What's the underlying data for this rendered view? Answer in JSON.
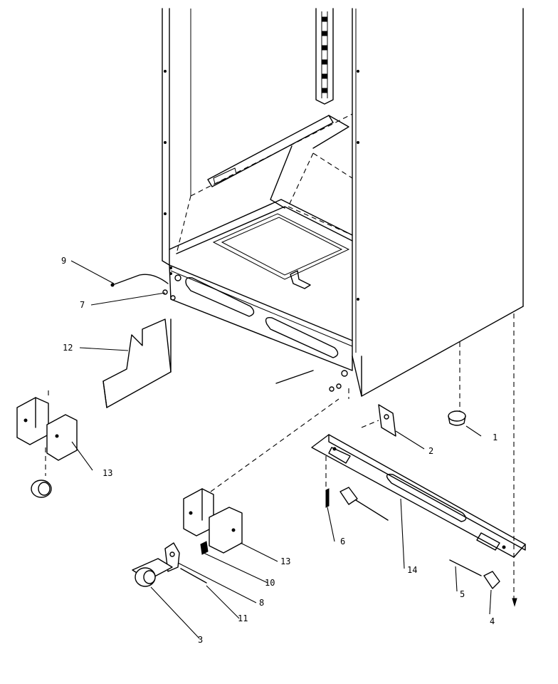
{
  "callouts": [
    {
      "id": "1",
      "label": "1"
    },
    {
      "id": "2",
      "label": "2"
    },
    {
      "id": "3",
      "label": "3"
    },
    {
      "id": "4",
      "label": "4"
    },
    {
      "id": "5",
      "label": "5"
    },
    {
      "id": "6",
      "label": "6"
    },
    {
      "id": "7",
      "label": "7"
    },
    {
      "id": "8",
      "label": "8"
    },
    {
      "id": "9",
      "label": "9"
    },
    {
      "id": "10",
      "label": "10"
    },
    {
      "id": "11",
      "label": "11"
    },
    {
      "id": "12",
      "label": "12"
    },
    {
      "id": "13a",
      "label": "13"
    },
    {
      "id": "13b",
      "label": "13"
    },
    {
      "id": "14",
      "label": "14"
    }
  ]
}
